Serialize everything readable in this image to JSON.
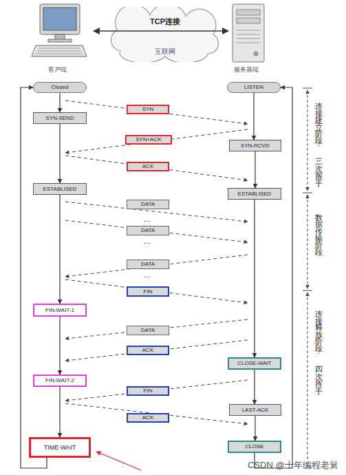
{
  "diagram": {
    "nodes": [
      {
        "text": [
          "TCP连接",
          "互联网"
        ]
      },
      {
        "text": [
          "Closed"
        ]
      },
      {
        "text": [
          "LISTEN"
        ]
      },
      {
        "text": [
          "SYN"
        ]
      },
      {
        "text": [
          "SYN-SEND"
        ]
      },
      {
        "text": [
          "SYN+ACK"
        ]
      },
      {
        "text": [
          "SYN-RCVD"
        ]
      },
      {
        "text": [
          "ACK"
        ]
      },
      {
        "text": [
          "ESTABLISED"
        ]
      },
      {
        "text": [
          "ESTABLISED"
        ]
      },
      {
        "text": [
          "DATA"
        ]
      },
      {
        "text": [
          "DATA"
        ]
      },
      {
        "text": [
          "DATA"
        ]
      },
      {
        "text": [
          "FIN"
        ]
      },
      {
        "text": [
          "FIN-WAIT-1"
        ]
      },
      {
        "text": [
          "DATA"
        ]
      },
      {
        "text": [
          "ACK"
        ]
      },
      {
        "text": [
          "CLOSE-WAIT"
        ]
      },
      {
        "text": [
          "FIN-WAIT-2"
        ]
      },
      {
        "text": [
          "FIN"
        ]
      },
      {
        "text": [
          "LAST-ACK"
        ]
      },
      {
        "text": [
          "ACK"
        ]
      },
      {
        "text": [
          "TIME-WAIT"
        ]
      },
      {
        "text": [
          "CLOSE"
        ]
      }
    ],
    "edges": [
      {
        "from": 1,
        "to": 4,
        "arrow": "to"
      },
      {
        "from": 4,
        "to": 8,
        "arrow": "to"
      },
      {
        "from": 8,
        "to": 14,
        "arrow": "to"
      },
      {
        "from": 14,
        "to": 18,
        "arrow": "to"
      },
      {
        "from": 18,
        "to": 22,
        "arrow": "to"
      },
      {
        "from": 22,
        "to": 1,
        "arrow": "to"
      },
      {
        "from": 2,
        "to": 6,
        "arrow": "to"
      },
      {
        "from": 6,
        "to": 9,
        "arrow": "to"
      },
      {
        "from": 9,
        "to": 17,
        "arrow": "to"
      },
      {
        "from": 17,
        "to": 20,
        "arrow": "to"
      },
      {
        "from": 20,
        "to": 23,
        "arrow": "to"
      },
      {
        "from": 23,
        "to": 2,
        "arrow": "to"
      }
    ],
    "labels": [
      "客户端",
      "服务器端",
      "…",
      "…",
      "…",
      "连接建立阶段：三次握手",
      "数据传输阶段",
      "连接释放阶段：四次挥手",
      "CSDN @十年编程老舅"
    ]
  }
}
